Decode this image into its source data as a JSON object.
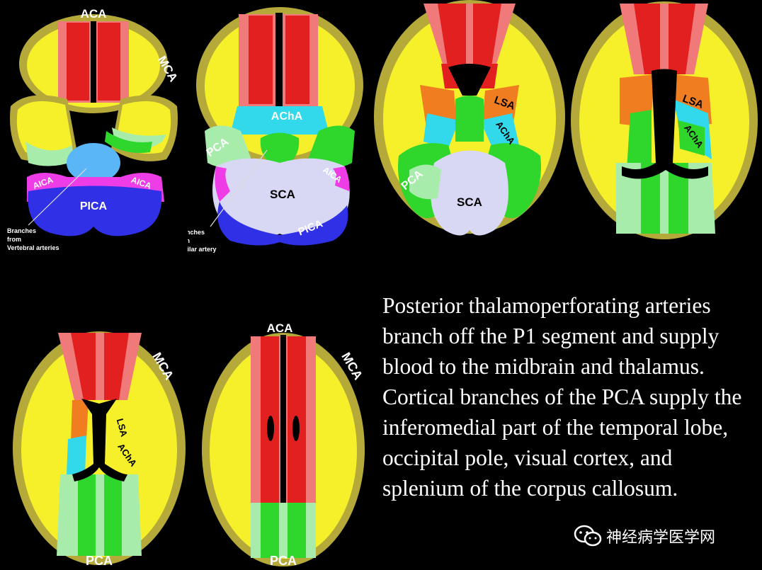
{
  "labels": {
    "aca": "ACA",
    "mca": "MCA",
    "pca": "PCA",
    "acha": "AChA",
    "aica": "AICA",
    "pica": "PICA",
    "sca": "SCA",
    "lsa": "LSA",
    "vertebral_note": [
      "Branches",
      "from",
      "Vertebral arteries"
    ],
    "basilar_note": [
      "Branches",
      "from",
      "Basilar artery"
    ]
  },
  "caption": {
    "paragraph1": "Posterior thalamoperforating arteries branch off the P1 segment and supply blood to the midbrain and thalamus.",
    "paragraph2": "Cortical branches of the PCA supply the inferomedial part of the temporal lobe, occipital pole, visual cortex, and splenium of the corpus callosum."
  },
  "watermark": {
    "text": "神经病学医学网",
    "icon": "wechat-icon"
  },
  "colors": {
    "background": "#000000",
    "aca_red": "#e32020",
    "aca_pink": "#f07a7a",
    "mca_yellow": "#f5f02a",
    "cortex_olive": "#b5a93a",
    "pca_green": "#2fd62b",
    "pca_light_green": "#a7ecab",
    "acha_cyan": "#31d9ea",
    "lsa_orange": "#f07d1f",
    "aica_magenta": "#ee3de6",
    "pica_blue": "#3030e6",
    "sca_lavender": "#d8d8f5",
    "vertebral_lightblue": "#5ab6f6"
  }
}
